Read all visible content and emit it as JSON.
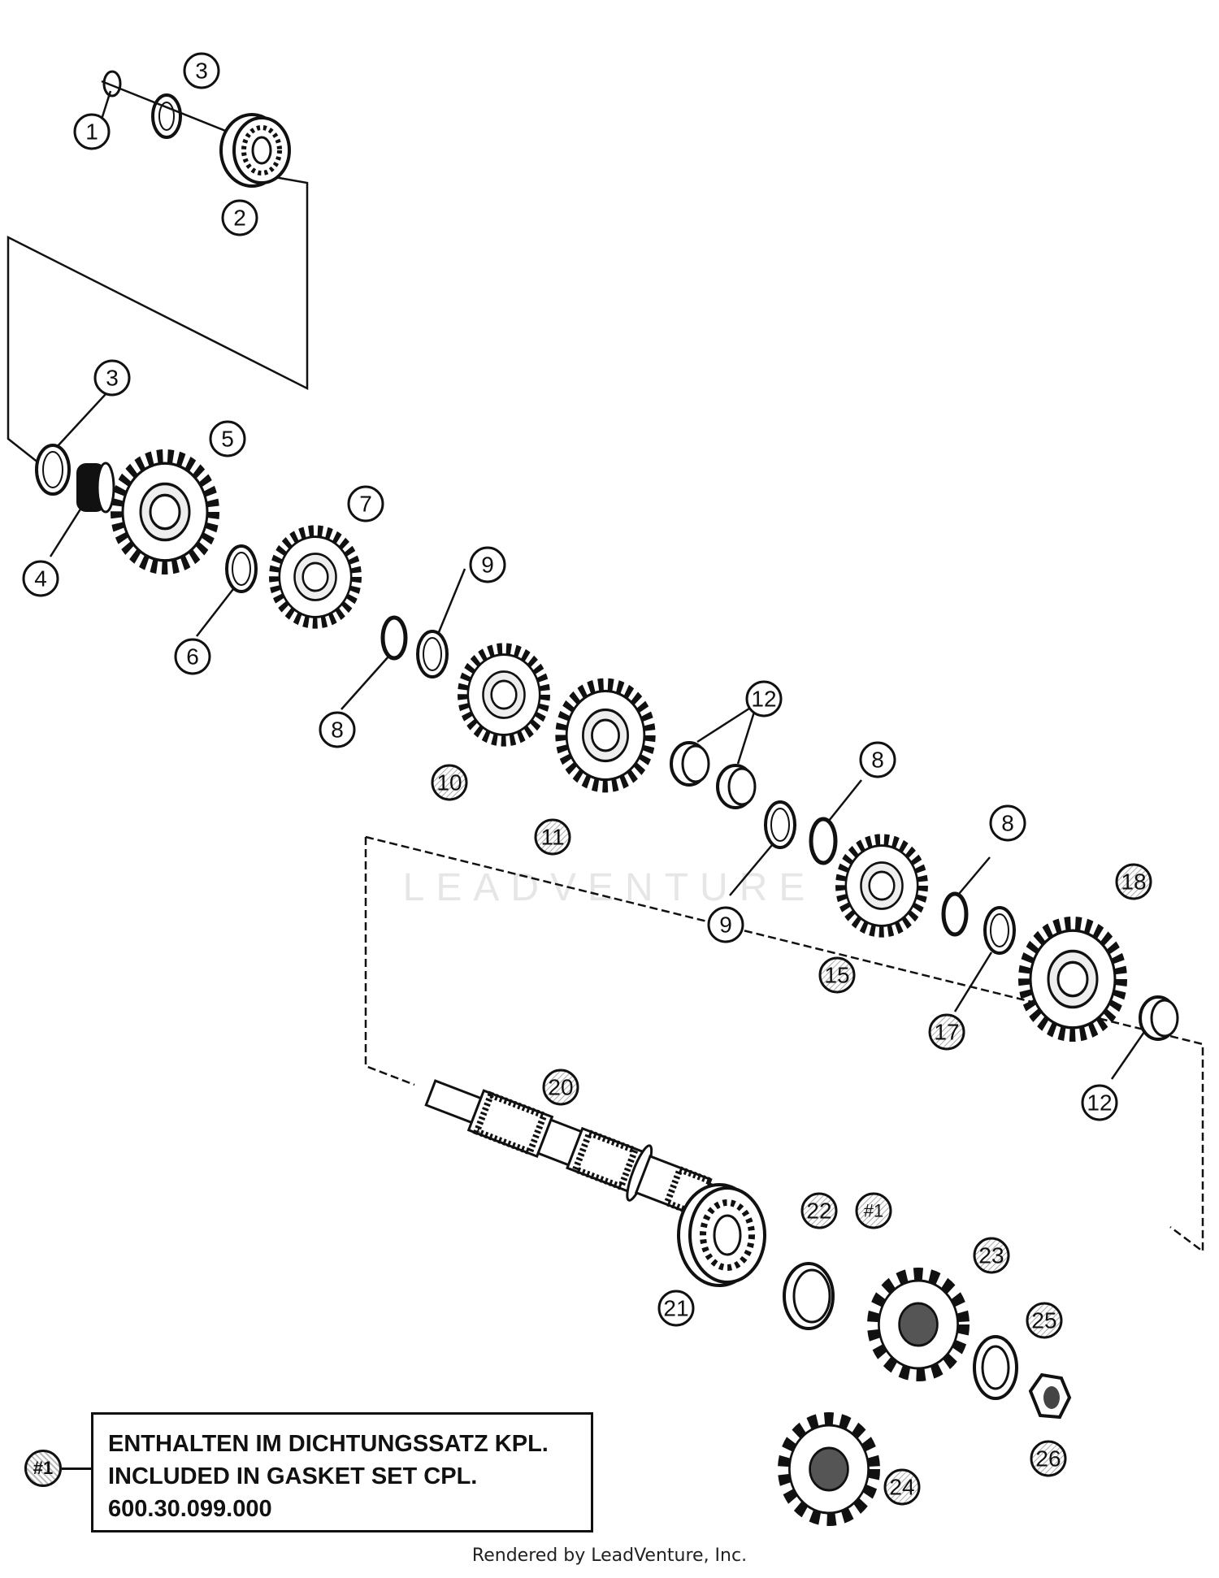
{
  "watermark": "LEADVENTURE",
  "callouts": [
    {
      "id": "c1a",
      "label": "1"
    },
    {
      "id": "c2",
      "label": "2"
    },
    {
      "id": "c3a",
      "label": "3"
    },
    {
      "id": "c3b",
      "label": "3"
    },
    {
      "id": "c4",
      "label": "4"
    },
    {
      "id": "c5",
      "label": "5"
    },
    {
      "id": "c6",
      "label": "6"
    },
    {
      "id": "c7",
      "label": "7"
    },
    {
      "id": "c8a",
      "label": "8"
    },
    {
      "id": "c8b",
      "label": "8"
    },
    {
      "id": "c8c",
      "label": "8"
    },
    {
      "id": "c9a",
      "label": "9"
    },
    {
      "id": "c9b",
      "label": "9"
    },
    {
      "id": "c10",
      "label": "10"
    },
    {
      "id": "c11",
      "label": "11"
    },
    {
      "id": "c12a",
      "label": "12"
    },
    {
      "id": "c12b",
      "label": "12"
    },
    {
      "id": "c15",
      "label": "15"
    },
    {
      "id": "c17",
      "label": "17"
    },
    {
      "id": "c18",
      "label": "18"
    },
    {
      "id": "c20",
      "label": "20"
    },
    {
      "id": "c21",
      "label": "21"
    },
    {
      "id": "c22",
      "label": "22"
    },
    {
      "id": "c1b",
      "label": "#1"
    },
    {
      "id": "c23",
      "label": "23"
    },
    {
      "id": "c24",
      "label": "24"
    },
    {
      "id": "c25",
      "label": "25"
    },
    {
      "id": "c26",
      "label": "26"
    }
  ],
  "note": {
    "ref": "#1",
    "line1": "ENTHALTEN IM DICHTUNGSSATZ KPL.",
    "line2": "INCLUDED IN GASKET SET CPL.",
    "line3": "600.30.099.000"
  },
  "footer": "Rendered by LeadVenture, Inc."
}
